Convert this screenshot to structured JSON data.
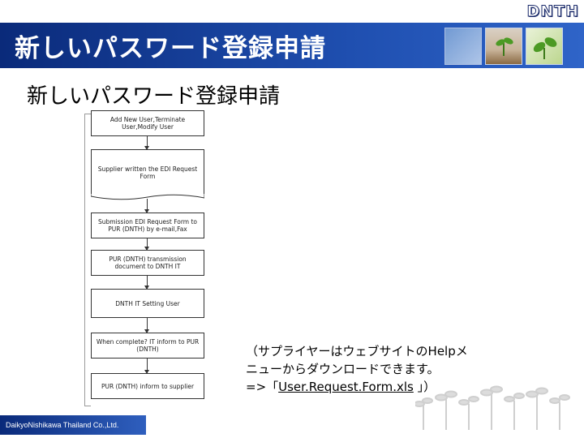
{
  "logo": "DNTH",
  "header": {
    "title": "新しいパスワード登録申請"
  },
  "slide": {
    "title": "新しいパスワード登録申請"
  },
  "flowchart": {
    "steps": [
      {
        "text": "Add New User,Terminate User,Modify User"
      },
      {
        "text": "Supplier written the EDI Request Form"
      },
      {
        "text": "Submission EDI Request Form to PUR (DNTH) by e-mail,Fax"
      },
      {
        "text": "PUR (DNTH) transmission document to DNTH IT"
      },
      {
        "text": "DNTH IT Setting User"
      },
      {
        "text": "When complete? IT inform to PUR (DNTH)"
      },
      {
        "text": "PUR (DNTH) inform to supplier"
      }
    ]
  },
  "note": {
    "line1": "（サプライヤーはウェブサイトのHelpメ",
    "line2": "ニューからダウンロードできます。",
    "line3_prefix": "=>「",
    "link_text": "User.Request.Form.xls",
    "line3_suffix": " 」）"
  },
  "footer": {
    "company": "DaikyoNishikawa Thailand Co.,Ltd."
  },
  "colors": {
    "header": "#1f4fb0",
    "header_dark": "#0a2a7a",
    "logo_outline": "#1a2a6a"
  }
}
